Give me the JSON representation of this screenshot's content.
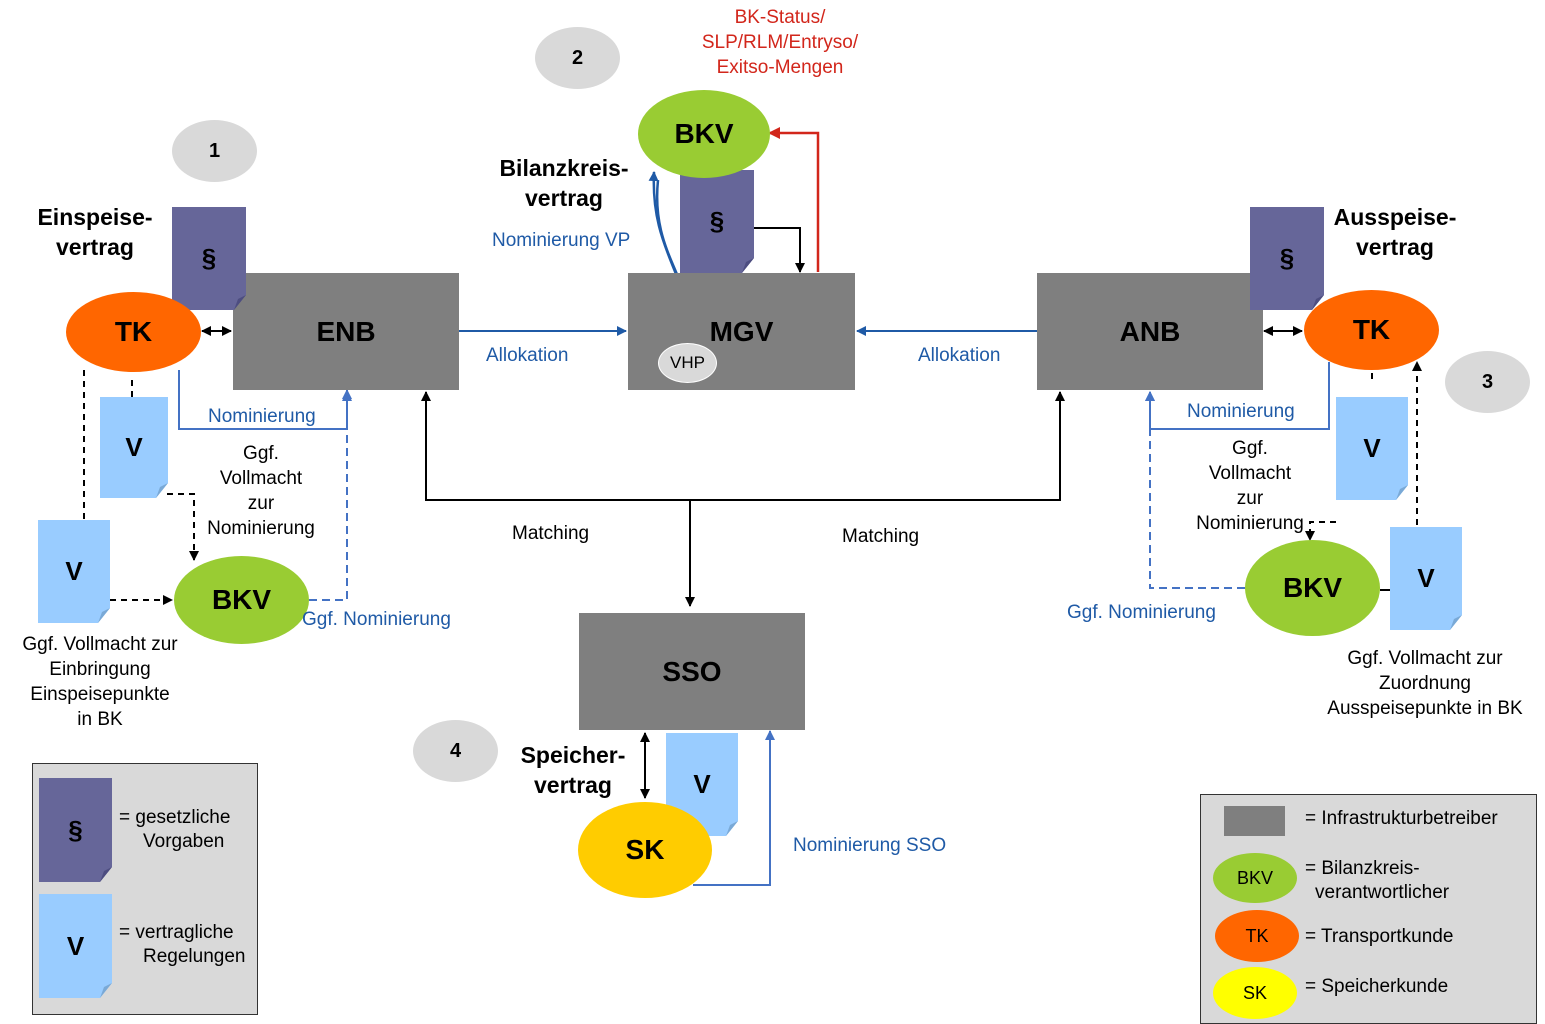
{
  "nodes": {
    "enb": "ENB",
    "mgv": "MGV",
    "anb": "ANB",
    "sso": "SSO",
    "vhp": "VHP",
    "bkv_top": "BKV",
    "bkv_left": "BKV",
    "bkv_right": "BKV",
    "tk_left": "TK",
    "tk_right": "TK",
    "sk": "SK"
  },
  "numbers": {
    "n1": "1",
    "n2": "2",
    "n3": "3",
    "n4": "4"
  },
  "docs": {
    "paragraph": "§",
    "v": "V"
  },
  "labels": {
    "einspeise_line1": "Einspeise-",
    "einspeise_line2": "vertrag",
    "ausspeise_line1": "Ausspeise-",
    "ausspeise_line2": "vertrag",
    "bilanzkreis_line1": "Bilanzkreis-",
    "bilanzkreis_line2": "vertrag",
    "speicher_line1": "Speicher-",
    "speicher_line2": "vertrag",
    "bk_status_line1": "BK-Status/",
    "bk_status_line2": "SLP/RLM/Entryso/",
    "bk_status_line3": "Exitso-Mengen",
    "nominierung_vp": "Nominierung VP",
    "allokation_left": "Allokation",
    "allokation_right": "Allokation",
    "nominierung_left": "Nominierung",
    "nominierung_right": "Nominierung",
    "ggf_nominierung_left": "Ggf. Nominierung",
    "ggf_nominierung_right": "Ggf. Nominierung",
    "matching_left": "Matching",
    "matching_right": "Matching",
    "nominierung_sso": "Nominierung SSO",
    "vollmacht_nom_left_1": "Ggf.",
    "vollmacht_nom_left_2": "Vollmacht",
    "vollmacht_nom_left_3": "zur",
    "vollmacht_nom_left_4": "Nominierung",
    "vollmacht_nom_right_1": "Ggf.",
    "vollmacht_nom_right_2": "Vollmacht",
    "vollmacht_nom_right_3": "zur",
    "vollmacht_nom_right_4": "Nominierung",
    "einbringung_1": "Ggf. Vollmacht zur",
    "einbringung_2": "Einbringung",
    "einbringung_3": "Einspeisepunkte",
    "einbringung_4": "in BK",
    "zuordnung_1": "Ggf. Vollmacht zur",
    "zuordnung_2": "Zuordnung",
    "zuordnung_3": "Ausspeisepunkte in BK"
  },
  "legend_left": {
    "paragraph_1": "= gesetzliche",
    "paragraph_2": "Vorgaben",
    "v_1": "= vertragliche",
    "v_2": "Regelungen"
  },
  "legend_right": {
    "infra": "= Infrastrukturbetreiber",
    "bkv_key": "BKV",
    "bkv_1": "= Bilanzkreis-",
    "bkv_2": "verantwortlicher",
    "tk_key": "TK",
    "tk": "= Transportkunde",
    "sk_key": "SK",
    "sk": "= Speicherkunde"
  },
  "colors": {
    "infrastructure": "#7f7f7f",
    "bkv": "#99cc33",
    "tk": "#ff6600",
    "sk": "#ffcc00",
    "paragraph_doc": "#666699",
    "v_doc": "#99ccff",
    "blue_arrow": "#1f5aa6",
    "red_arrow": "#d2261b"
  }
}
